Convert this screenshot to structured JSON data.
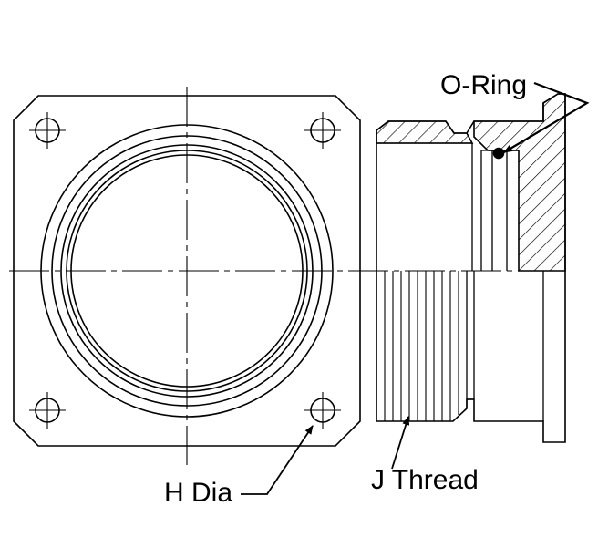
{
  "labels": {
    "o_ring": "O-Ring",
    "h_dia": "H Dia",
    "j_thread": "J Thread"
  },
  "colors": {
    "line": "#000000",
    "background": "#ffffff"
  }
}
